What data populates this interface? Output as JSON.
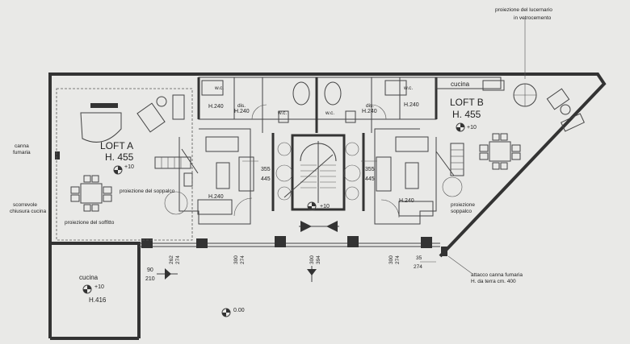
{
  "labels": {
    "skylight_projection_1": "proiezione del lucernario",
    "skylight_projection_2": "in vetrocemento",
    "flue_1": "canna",
    "flue_2": "fumaria",
    "sliding_1": "scorrevole",
    "sliding_2": "chiusura cucina",
    "ceiling_projection": "proiezione del soffitto",
    "flue_connection_1": "attacco canna fumaria",
    "flue_connection_2": "H. da terra cm. 400",
    "loft_a": "LOFT A",
    "loft_a_h": "H. 455",
    "loft_a_level": "+10",
    "loft_b": "LOFT B",
    "loft_b_h": "H. 455",
    "loft_b_level": "+10",
    "wc": "w.c.",
    "dis": "dis.",
    "h240": "H.240",
    "cucina": "cucina",
    "cucina_level": "+10",
    "cucina_h": "H.416",
    "mezzanine_projection_a": "proiezione del soppalco",
    "mezzanine_projection_b_1": "proiezione",
    "mezzanine_projection_b_2": "soppalco",
    "stair_level": "+10",
    "ground_level": "0.00"
  },
  "dimensions": {
    "a_355": "355",
    "a_445": "445",
    "b_355": "355",
    "b_445": "445",
    "d_262": "262",
    "d_274a": "274",
    "d_300a": "300",
    "d_274b": "274",
    "d_300b": "300",
    "d_394": "394",
    "d_300c": "300",
    "d_274c": "274",
    "d_35": "35",
    "d_274d": "274",
    "d_90": "90",
    "d_210": "210"
  }
}
